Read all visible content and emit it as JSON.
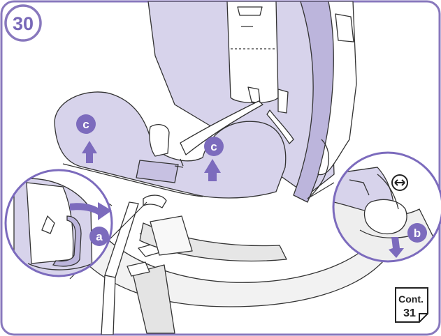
{
  "step": {
    "number": "30"
  },
  "labels": {
    "a": "a",
    "b": "b",
    "c": "c"
  },
  "continue_badge": {
    "line1": "Cont.",
    "line2": "31"
  },
  "icons": {
    "step_badge": "step-number-circle",
    "rotate": "rotate-arrows-icon",
    "arrow_up": "arrow-up-icon",
    "arrow_right": "arrow-right-icon",
    "arrow_down": "arrow-down-icon",
    "page_corner": "page-fold-icon"
  },
  "colors": {
    "accent": "#7c6bbd",
    "fabric": "#d7d3eb",
    "fabric_dark": "#bcb5dc",
    "outline": "#333333",
    "shell": "#eeeeee"
  }
}
